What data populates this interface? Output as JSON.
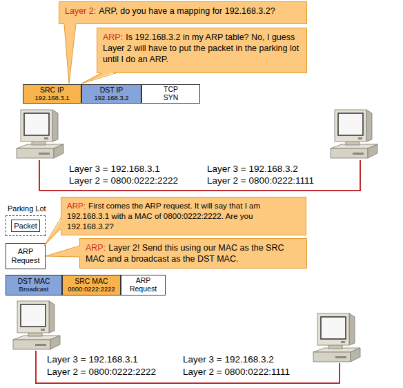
{
  "diagram": {
    "nodes": [
      {
        "text": [
          "Layer 2:",
          "ARP, do you have a mapping for 192.168.3.2?"
        ]
      },
      {
        "text": [
          "ARP:",
          "Is 192.168.3.2 in my ARP table? No, I guess Layer 2 will have to put the packet in the parking lot until I do an ARP."
        ]
      },
      {
        "text": [
          "SRC IP",
          "192.168.3.1"
        ]
      },
      {
        "text": [
          "DST IP",
          "192.168.3.2"
        ]
      },
      {
        "text": [
          "TCP SYN"
        ]
      },
      {
        "text": [
          "Parking Lot"
        ]
      },
      {
        "text": [
          "Packet"
        ],
        "in": 5
      },
      {
        "text": [
          "ARP:",
          "First comes the ARP request. It will say that I am 192.168.3.1 with a MAC of 0800:0222:2222.  Are you 192.168.3.2?"
        ]
      },
      {
        "text": [
          "ARP Request"
        ]
      },
      {
        "text": [
          "ARP:",
          "Layer 2! Send this using our MAC as the SRC MAC and a broadcast as the DST MAC."
        ]
      },
      {
        "text": [
          "DST MAC",
          "Broadcast"
        ]
      },
      {
        "text": [
          "SRC MAC",
          "0800:0222:2222"
        ]
      },
      {
        "text": [
          "ARP Request"
        ]
      }
    ],
    "labels": [
      "Layer 3 = 192.168.3.1",
      "Layer 2 = 0800:0222:2222",
      "Layer 3 = 192.168.3.2",
      "Layer 2 = 0800:0222:1111",
      "Layer 3 = 192.168.3.1",
      "Layer 2 = 0800:0222:2222",
      "Layer 3 = 192.168.3.2",
      "Layer 2 = 0800:0222:1111"
    ]
  }
}
